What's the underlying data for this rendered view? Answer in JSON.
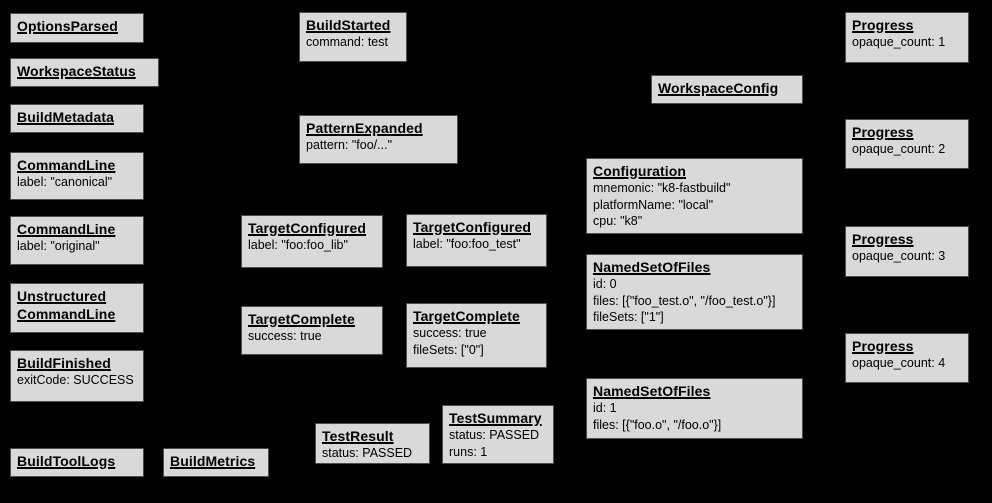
{
  "diagram": {
    "colors": {
      "background": "#000000",
      "box_fill": "#d9d9d9",
      "box_border": "#4d4d4d",
      "text": "#000000"
    },
    "boxes": {
      "options_parsed": {
        "title": "OptionsParsed",
        "fields": []
      },
      "workspace_status": {
        "title": "WorkspaceStatus",
        "fields": []
      },
      "build_metadata": {
        "title": "BuildMetadata",
        "fields": []
      },
      "command_line_canonical": {
        "title": "CommandLine",
        "fields": [
          "label: \"canonical\""
        ]
      },
      "command_line_original": {
        "title": "CommandLine",
        "fields": [
          "label: \"original\""
        ]
      },
      "unstructured_command_line": {
        "title": "Unstructured\nCommandLine",
        "fields": []
      },
      "build_finished": {
        "title": "BuildFinished",
        "fields": [
          "exitCode: SUCCESS"
        ]
      },
      "build_tool_logs": {
        "title": "BuildToolLogs",
        "fields": []
      },
      "build_metrics": {
        "title": "BuildMetrics",
        "fields": []
      },
      "build_started": {
        "title": "BuildStarted",
        "fields": [
          "command: test"
        ]
      },
      "pattern_expanded": {
        "title": "PatternExpanded",
        "fields": [
          "pattern: \"foo/...\""
        ]
      },
      "target_configured_lib": {
        "title": "TargetConfigured",
        "fields": [
          "label: \"foo:foo_lib\""
        ]
      },
      "target_configured_test": {
        "title": "TargetConfigured",
        "fields": [
          "label: \"foo:foo_test\""
        ]
      },
      "target_complete_lib": {
        "title": "TargetComplete",
        "fields": [
          "success: true"
        ]
      },
      "target_complete_test": {
        "title": "TargetComplete",
        "fields": [
          "success: true",
          "fileSets: [\"0\"]"
        ]
      },
      "test_result": {
        "title": "TestResult",
        "fields": [
          "status: PASSED"
        ]
      },
      "test_summary": {
        "title": "TestSummary",
        "fields": [
          "status: PASSED",
          "runs: 1"
        ]
      },
      "workspace_config": {
        "title": "WorkspaceConfig",
        "fields": []
      },
      "configuration": {
        "title": "Configuration",
        "fields": [
          "mnemonic: \"k8-fastbuild\"",
          "platformName: \"local\"",
          "cpu: \"k8\""
        ]
      },
      "named_set_of_files_0": {
        "title": "NamedSetOfFiles",
        "fields": [
          "id: 0",
          "files: [{\"foo_test.o\", \"/foo_test.o\"}]",
          "fileSets: [\"1\"]"
        ]
      },
      "named_set_of_files_1": {
        "title": "NamedSetOfFiles",
        "fields": [
          "id: 1",
          "files: [{\"foo.o\", \"/foo.o\"}]"
        ]
      },
      "progress_1": {
        "title": "Progress",
        "fields": [
          "opaque_count: 1"
        ]
      },
      "progress_2": {
        "title": "Progress",
        "fields": [
          "opaque_count: 2"
        ]
      },
      "progress_3": {
        "title": "Progress",
        "fields": [
          "opaque_count: 3"
        ]
      },
      "progress_4": {
        "title": "Progress",
        "fields": [
          "opaque_count: 4"
        ]
      }
    }
  }
}
